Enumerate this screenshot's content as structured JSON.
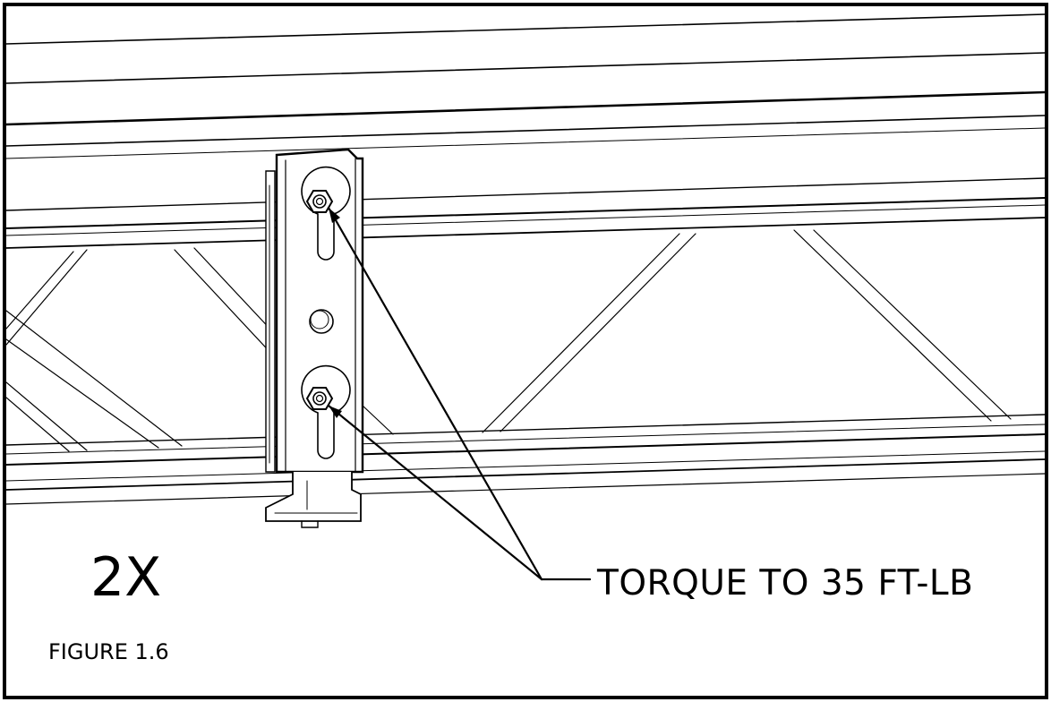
{
  "figure": {
    "quantity_label": "2X",
    "callout_text": "TORQUE TO 35 FT-LB",
    "figure_caption": "FIGURE 1.6"
  },
  "colors": {
    "line": "#000000",
    "background": "#ffffff",
    "thin_line": "#333333"
  },
  "parts": {
    "truss": "truss-rail",
    "bracket": "mounting-bracket-with-keyhole-slots",
    "fasteners": "hex-nut"
  }
}
